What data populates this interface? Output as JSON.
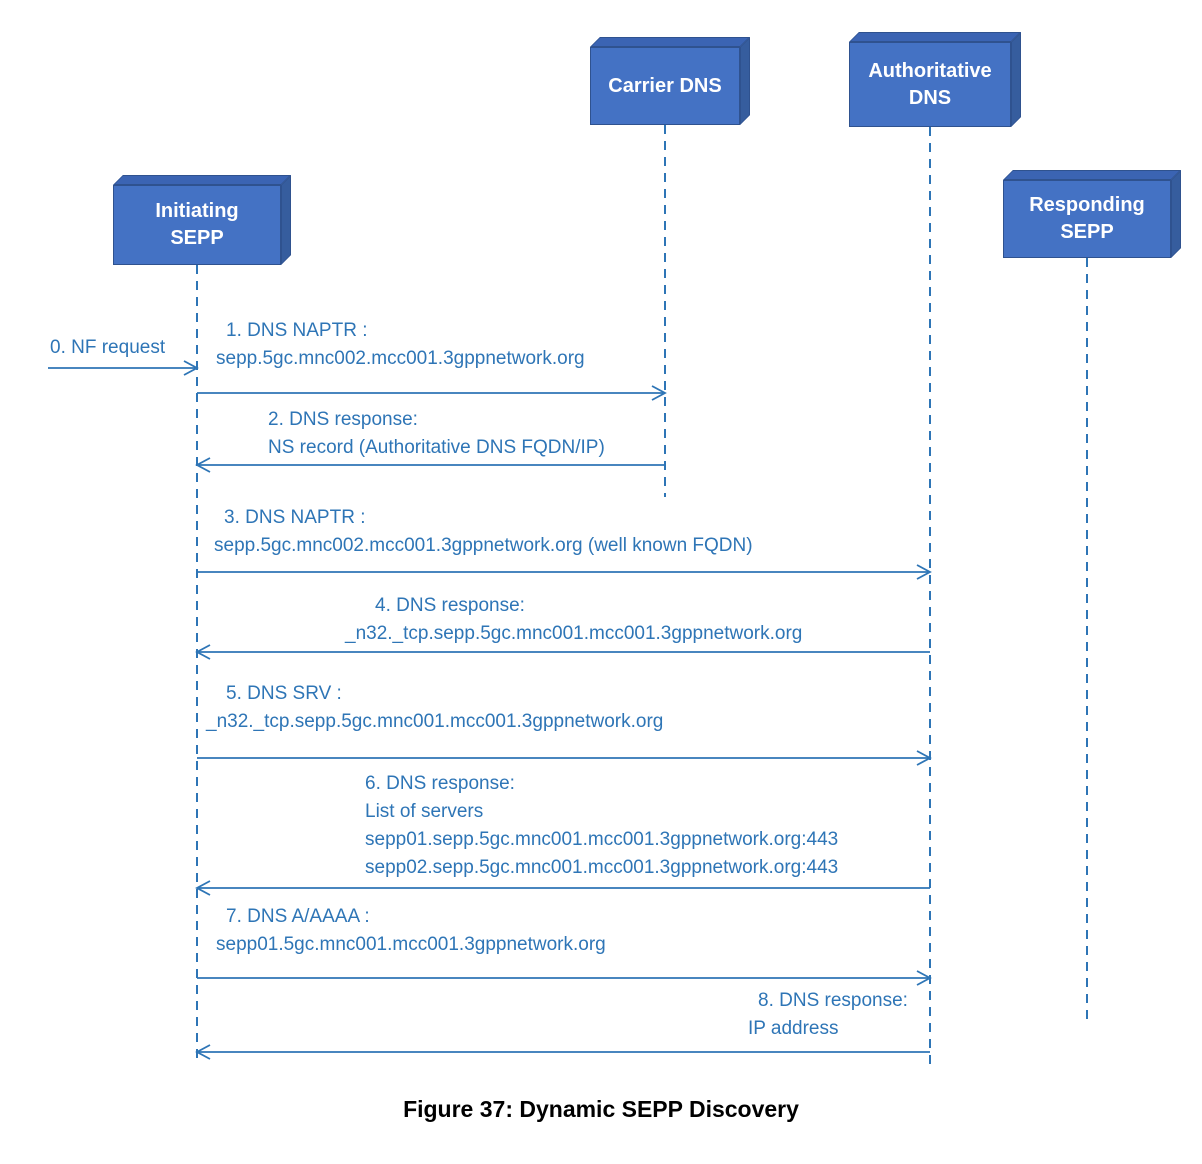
{
  "figure": {
    "caption": "Figure 37: Dynamic SEPP Discovery"
  },
  "actors": {
    "carrier_dns": {
      "lines": [
        "Carrier DNS"
      ]
    },
    "authoritative_dns": {
      "lines": [
        "Authoritative",
        "DNS"
      ]
    },
    "initiating_sepp": {
      "lines": [
        "Initiating",
        "SEPP"
      ]
    },
    "responding_sepp": {
      "lines": [
        "Responding",
        "SEPP"
      ]
    }
  },
  "messages": [
    {
      "lines": [
        "0. NF request"
      ]
    },
    {
      "lines": [
        "1. DNS NAPTR :",
        "sepp.5gc.mnc002.mcc001.3gppnetwork.org"
      ]
    },
    {
      "lines": [
        "2. DNS response:",
        "NS record (Authoritative DNS FQDN/IP)"
      ]
    },
    {
      "lines": [
        "3. DNS NAPTR :",
        "sepp.5gc.mnc002.mcc001.3gppnetwork.org (well known FQDN)"
      ]
    },
    {
      "lines": [
        "4. DNS response:",
        "_n32._tcp.sepp.5gc.mnc001.mcc001.3gppnetwork.org"
      ]
    },
    {
      "lines": [
        "5. DNS SRV :",
        "_n32._tcp.sepp.5gc.mnc001.mcc001.3gppnetwork.org"
      ]
    },
    {
      "lines": [
        "6. DNS response:",
        "List of servers",
        "sepp01.sepp.5gc.mnc001.mcc001.3gppnetwork.org:443",
        "sepp02.sepp.5gc.mnc001.mcc001.3gppnetwork.org:443"
      ]
    },
    {
      "lines": [
        "7. DNS A/AAAA :",
        "sepp01.5gc.mnc001.mcc001.3gppnetwork.org"
      ]
    },
    {
      "lines": [
        "8. DNS response:",
        "IP address"
      ]
    }
  ],
  "colors": {
    "box_fill": "#4472C4",
    "box_edge": "#2F528F",
    "line": "#2E75B6",
    "label_text": "#2E75B6",
    "caption_text": "#000000"
  }
}
